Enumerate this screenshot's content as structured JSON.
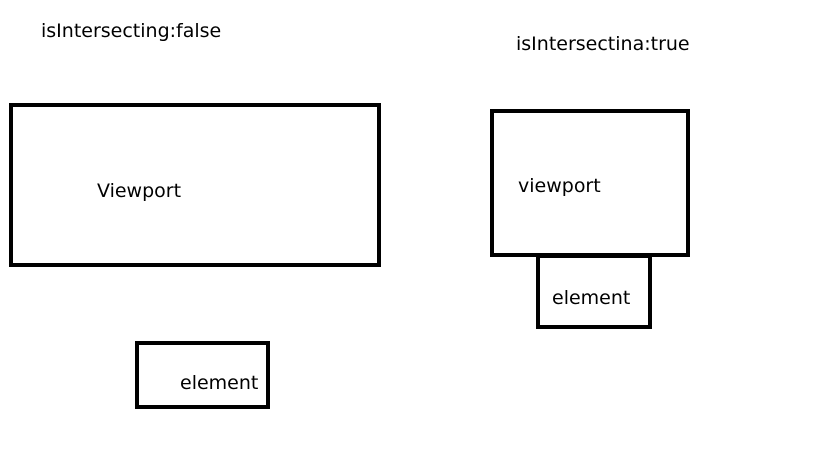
{
  "left": {
    "title": "isIntersecting:false",
    "viewport_label": "Viewport",
    "element_label": "element"
  },
  "right": {
    "title": "isIntersectina:true",
    "viewport_label": "viewport",
    "element_label": "element"
  }
}
